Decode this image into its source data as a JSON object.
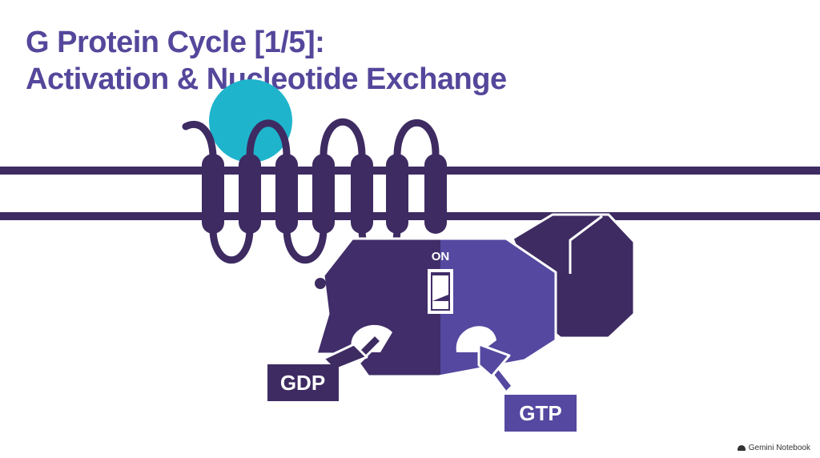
{
  "title": {
    "line1": "G Protein Cycle [1/5]:",
    "line2": "Activation & Nucleotide Exchange"
  },
  "diagram": {
    "switch_label": "ON",
    "released_nucleotide": "GDP",
    "incoming_nucleotide": "GTP"
  },
  "watermark": {
    "text": "Gemini Notebook"
  },
  "colors": {
    "title": "#54479b",
    "membrane": "#3e2b62",
    "receptor": "#3e2b62",
    "ligand": "#1eb4cc",
    "alpha_dark": "#412d69",
    "alpha_light": "#5448a0",
    "beta_gamma": "#3e2b62",
    "label_box": "#3e2b62"
  }
}
